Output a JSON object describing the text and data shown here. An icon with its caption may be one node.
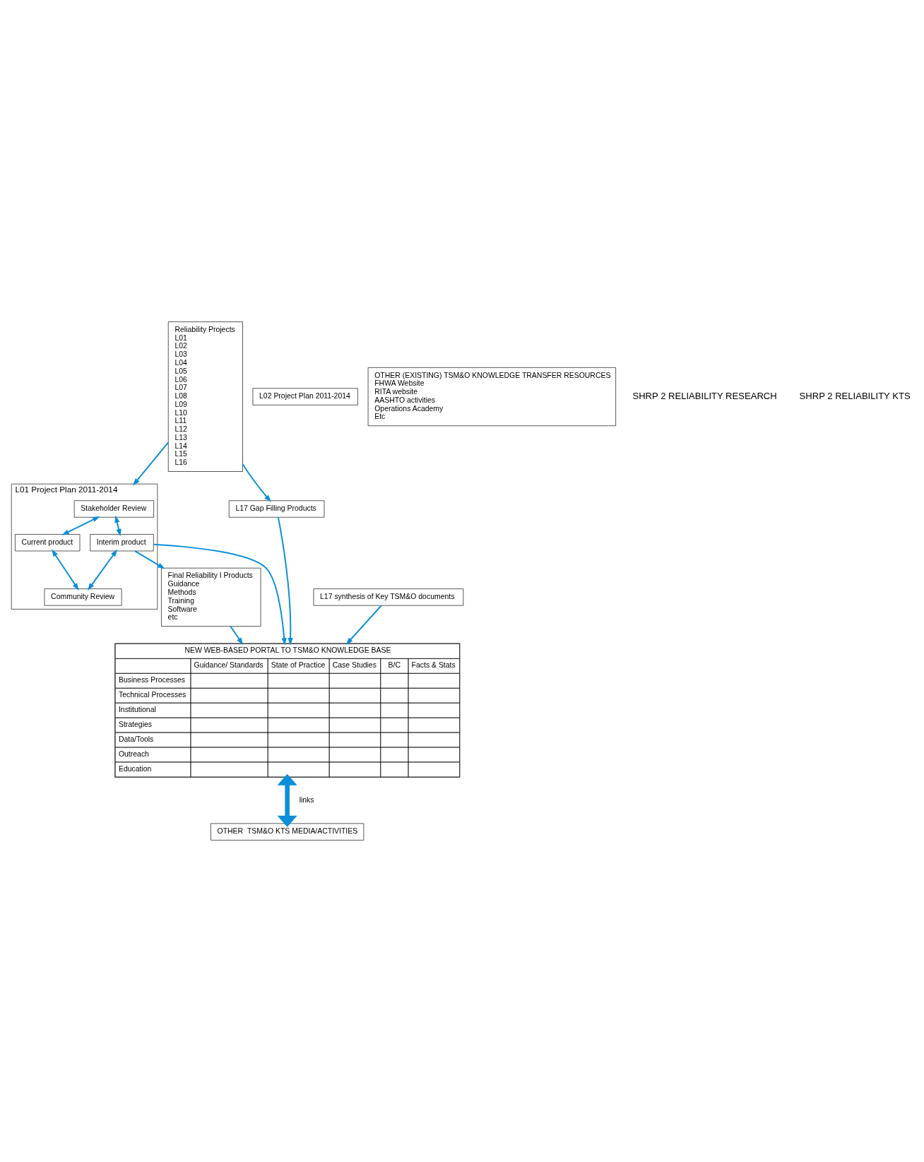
{
  "diagram": {
    "nodes": [
      {
        "text": [
          "Reliability Projects",
          "L01",
          "L02",
          "L03",
          "L04",
          "L05",
          "L06",
          "L07",
          "L08",
          "L09",
          "L10",
          "L11",
          "L12",
          "L13",
          "L14",
          "L15",
          "L16"
        ]
      },
      {
        "text": [
          "L02 Project Plan 2011-2014"
        ]
      },
      {
        "text": [
          "L01 Project Plan 2011-2014"
        ]
      },
      {
        "text": [
          "Stakeholder Review"
        ],
        "in": 2
      },
      {
        "text": [
          "Current product"
        ],
        "in": 2
      },
      {
        "text": [
          "Interim product"
        ],
        "in": 2
      },
      {
        "text": [
          "Community Review"
        ],
        "in": 2
      },
      {
        "text": [
          "Final Reliability I Products",
          "Guidance",
          "Methods",
          "Training",
          "Software",
          "etc"
        ]
      },
      {
        "text": [
          "NEW WEB-BASED PORTAL TO TSM&O KNOWLEDGE BASE",
          "Guidance/ Standards",
          "State of Practice",
          "Case Studies",
          "B/C",
          "Facts & Stats",
          "Business Processes",
          "Technical Processes",
          "Institutional",
          "Strategies",
          "Data/Tools",
          "Outreach",
          "Education"
        ]
      },
      {
        "text": [
          "OTHER  TSM&O KTS MEDIA/ACTIVITIES"
        ]
      },
      {
        "text": [
          "OTHER (EXISTING) TSM&O KNOWLEDGE TRANSFER RESOURCES",
          "FHWA Website",
          "RITA website",
          "AASHTO activities",
          "Operations Academy",
          "Etc"
        ]
      },
      {
        "text": [
          "L17 Gap Filling Products"
        ]
      },
      {
        "text": [
          "L17 synthesis of Key TSM&O documents"
        ]
      }
    ],
    "edges": [
      {
        "from": 0,
        "to": 2,
        "arrow": "to"
      },
      {
        "from": 3,
        "to": 4,
        "arrow": "both"
      },
      {
        "from": 3,
        "to": 5,
        "arrow": "both"
      },
      {
        "from": 4,
        "to": 6,
        "arrow": "both"
      },
      {
        "from": 5,
        "to": 6,
        "arrow": "both"
      },
      {
        "from": 5,
        "to": 7,
        "arrow": "to"
      },
      {
        "from": 5,
        "to": 8,
        "arrow": "to"
      },
      {
        "from": 7,
        "to": 8,
        "arrow": "to"
      },
      {
        "from": 0,
        "to": 11,
        "arrow": "to"
      },
      {
        "from": 11,
        "to": 8,
        "arrow": "to"
      },
      {
        "from": 12,
        "to": 8,
        "arrow": "to"
      },
      {
        "from": 8,
        "to": 9,
        "arrow": "both",
        "label": "links",
        "style": "thick"
      }
    ],
    "labels": [
      "SHRP 2 RELIABILITY RESEARCH",
      "SHRP 2 RELIABILITY KTS"
    ]
  }
}
